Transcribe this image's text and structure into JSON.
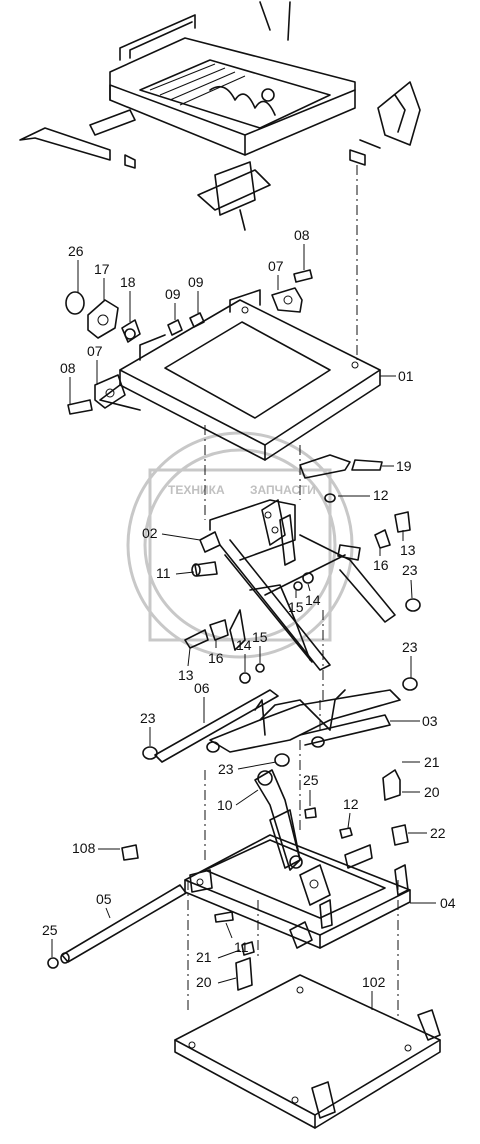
{
  "watermark": {
    "line1": "ТЕХНИКА",
    "line2": "ЗАПЧАСТИ"
  },
  "callouts": [
    {
      "id": "c26a",
      "text": "26"
    },
    {
      "id": "c17",
      "text": "17"
    },
    {
      "id": "c18",
      "text": "18"
    },
    {
      "id": "c09a",
      "text": "09"
    },
    {
      "id": "c09b",
      "text": "09"
    },
    {
      "id": "c07a",
      "text": "07"
    },
    {
      "id": "c08a",
      "text": "08"
    },
    {
      "id": "c01",
      "text": "01"
    },
    {
      "id": "c08b",
      "text": "08"
    },
    {
      "id": "c07b",
      "text": "07"
    },
    {
      "id": "c19",
      "text": "19"
    },
    {
      "id": "c12a",
      "text": "12"
    },
    {
      "id": "c02",
      "text": "02"
    },
    {
      "id": "c13a",
      "text": "13"
    },
    {
      "id": "c16a",
      "text": "16"
    },
    {
      "id": "c11a",
      "text": "11"
    },
    {
      "id": "c15a",
      "text": "15"
    },
    {
      "id": "c14a",
      "text": "14"
    },
    {
      "id": "c23a",
      "text": "23"
    },
    {
      "id": "c16b",
      "text": "16"
    },
    {
      "id": "c14b",
      "text": "14"
    },
    {
      "id": "c15b",
      "text": "15"
    },
    {
      "id": "c13b",
      "text": "13"
    },
    {
      "id": "c23b",
      "text": "23"
    },
    {
      "id": "c06",
      "text": "06"
    },
    {
      "id": "c23c",
      "text": "23"
    },
    {
      "id": "c03",
      "text": "03"
    },
    {
      "id": "c23d",
      "text": "23"
    },
    {
      "id": "c21a",
      "text": "21"
    },
    {
      "id": "c25a",
      "text": "25"
    },
    {
      "id": "c20a",
      "text": "20"
    },
    {
      "id": "c10",
      "text": "10"
    },
    {
      "id": "c12b",
      "text": "12"
    },
    {
      "id": "c22",
      "text": "22"
    },
    {
      "id": "c108",
      "text": "108"
    },
    {
      "id": "c05",
      "text": "05"
    },
    {
      "id": "c04",
      "text": "04"
    },
    {
      "id": "c25b",
      "text": "25"
    },
    {
      "id": "c11b",
      "text": "11"
    },
    {
      "id": "c21b",
      "text": "21"
    },
    {
      "id": "c20b",
      "text": "20"
    },
    {
      "id": "c102",
      "text": "102"
    }
  ]
}
